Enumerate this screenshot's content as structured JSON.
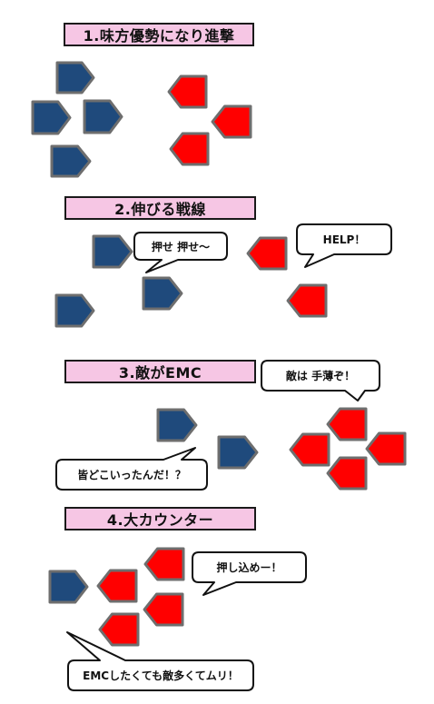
{
  "sections": [
    {
      "title": "1.味方優勢になり進撃"
    },
    {
      "title": "2.伸びる戦線"
    },
    {
      "title": "3.敵がEMC"
    },
    {
      "title": "4.大カウンター"
    }
  ],
  "bubbles": {
    "s2_ally": "押せ 押せ～",
    "s2_enemy": "HELP！",
    "s3_enemy": "敵は 手薄ぞ！",
    "s3_ally": "皆どこいったんだ！？",
    "s4_enemy": "押し込めー！",
    "s4_ally": "EMCしたくても敵多くてムリ！"
  },
  "colors": {
    "ally": "#1f4a7c",
    "enemy": "#ff0000",
    "outline": "#6e6e6e",
    "title_bg": "#f6c6e4"
  }
}
